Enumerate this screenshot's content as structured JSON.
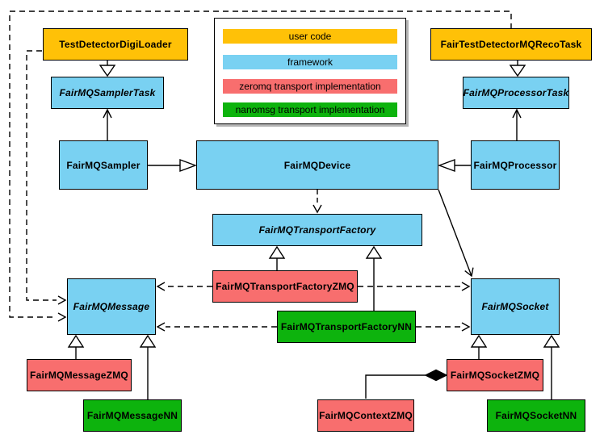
{
  "diagram": {
    "kind": "uml-class-diagram",
    "subject": "FairMQ framework classes and transport implementations"
  },
  "colors": {
    "user_code": "#FFC107",
    "framework": "#79D1F2",
    "zeromq": "#F86E6E",
    "nanomsg": "#0DB30D",
    "border": "#000000",
    "background": "#FFFFFF"
  },
  "legend": {
    "items": [
      {
        "label": "user code",
        "color": "#FFC107"
      },
      {
        "label": "framework",
        "color": "#79D1F2"
      },
      {
        "label": "zeromq transport implementation",
        "color": "#F86E6E"
      },
      {
        "label": "nanomsg transport implementation",
        "color": "#0DB30D"
      }
    ]
  },
  "nodes": [
    {
      "id": "TestDetectorDigiLoader",
      "label": "TestDetectorDigiLoader",
      "category": "user_code",
      "abstract": false
    },
    {
      "id": "FairTestDetectorMQRecoTask",
      "label": "FairTestDetectorMQRecoTask",
      "category": "user_code",
      "abstract": false
    },
    {
      "id": "FairMQSamplerTask",
      "label": "FairMQSamplerTask",
      "category": "framework",
      "abstract": true
    },
    {
      "id": "FairMQProcessorTask",
      "label": "FairMQProcessorTask",
      "category": "framework",
      "abstract": true
    },
    {
      "id": "FairMQSampler",
      "label": "FairMQSampler",
      "category": "framework",
      "abstract": false
    },
    {
      "id": "FairMQDevice",
      "label": "FairMQDevice",
      "category": "framework",
      "abstract": false
    },
    {
      "id": "FairMQProcessor",
      "label": "FairMQProcessor",
      "category": "framework",
      "abstract": false
    },
    {
      "id": "FairMQTransportFactory",
      "label": "FairMQTransportFactory",
      "category": "framework",
      "abstract": true
    },
    {
      "id": "FairMQTransportFactoryZMQ",
      "label": "FairMQTransportFactoryZMQ",
      "category": "zeromq",
      "abstract": false
    },
    {
      "id": "FairMQTransportFactoryNN",
      "label": "FairMQTransportFactoryNN",
      "category": "nanomsg",
      "abstract": false
    },
    {
      "id": "FairMQMessage",
      "label": "FairMQMessage",
      "category": "framework",
      "abstract": true
    },
    {
      "id": "FairMQSocket",
      "label": "FairMQSocket",
      "category": "framework",
      "abstract": true
    },
    {
      "id": "FairMQMessageZMQ",
      "label": "FairMQMessageZMQ",
      "category": "zeromq",
      "abstract": false
    },
    {
      "id": "FairMQMessageNN",
      "label": "FairMQMessageNN",
      "category": "nanomsg",
      "abstract": false
    },
    {
      "id": "FairMQSocketZMQ",
      "label": "FairMQSocketZMQ",
      "category": "zeromq",
      "abstract": false
    },
    {
      "id": "FairMQSocketNN",
      "label": "FairMQSocketNN",
      "category": "nanomsg",
      "abstract": false
    },
    {
      "id": "FairMQContextZMQ",
      "label": "FairMQContextZMQ",
      "category": "zeromq",
      "abstract": false
    }
  ],
  "edges": [
    {
      "from": "TestDetectorDigiLoader",
      "to": "FairMQSamplerTask",
      "type": "inheritance"
    },
    {
      "from": "FairTestDetectorMQRecoTask",
      "to": "FairMQProcessorTask",
      "type": "inheritance"
    },
    {
      "from": "FairMQSampler",
      "to": "FairMQSamplerTask",
      "type": "association"
    },
    {
      "from": "FairMQProcessor",
      "to": "FairMQProcessorTask",
      "type": "association"
    },
    {
      "from": "FairMQSampler",
      "to": "FairMQDevice",
      "type": "inheritance"
    },
    {
      "from": "FairMQProcessor",
      "to": "FairMQDevice",
      "type": "inheritance"
    },
    {
      "from": "FairMQDevice",
      "to": "FairMQTransportFactory",
      "type": "dependency"
    },
    {
      "from": "FairMQDevice",
      "to": "FairMQSocket",
      "type": "association"
    },
    {
      "from": "FairMQTransportFactoryZMQ",
      "to": "FairMQTransportFactory",
      "type": "inheritance"
    },
    {
      "from": "FairMQTransportFactoryNN",
      "to": "FairMQTransportFactory",
      "type": "inheritance"
    },
    {
      "from": "FairMQTransportFactoryZMQ",
      "to": "FairMQMessage",
      "type": "dependency"
    },
    {
      "from": "FairMQTransportFactoryZMQ",
      "to": "FairMQSocket",
      "type": "dependency"
    },
    {
      "from": "FairMQTransportFactoryNN",
      "to": "FairMQMessage",
      "type": "dependency"
    },
    {
      "from": "FairMQTransportFactoryNN",
      "to": "FairMQSocket",
      "type": "dependency"
    },
    {
      "from": "TestDetectorDigiLoader",
      "to": "FairMQMessage",
      "type": "dependency"
    },
    {
      "from": "FairTestDetectorMQRecoTask",
      "to": "FairMQMessage",
      "type": "dependency"
    },
    {
      "from": "FairMQMessageZMQ",
      "to": "FairMQMessage",
      "type": "inheritance"
    },
    {
      "from": "FairMQMessageNN",
      "to": "FairMQMessage",
      "type": "inheritance"
    },
    {
      "from": "FairMQSocketZMQ",
      "to": "FairMQSocket",
      "type": "inheritance"
    },
    {
      "from": "FairMQSocketNN",
      "to": "FairMQSocket",
      "type": "inheritance"
    },
    {
      "from": "FairMQContextZMQ",
      "to": "FairMQSocketZMQ",
      "type": "composition"
    }
  ]
}
